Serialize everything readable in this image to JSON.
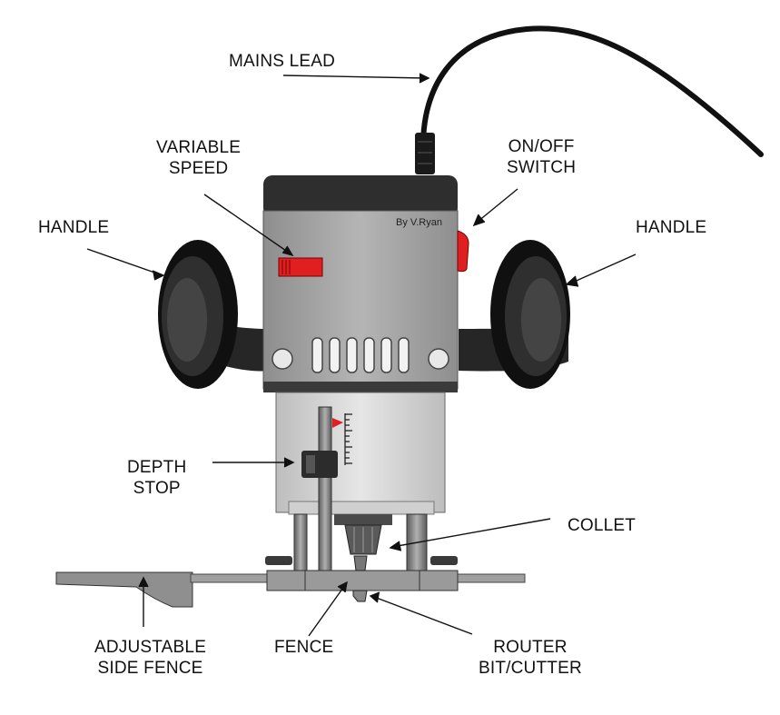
{
  "labels": {
    "mains_lead": "MAINS LEAD",
    "variable_speed": [
      "VARIABLE",
      "SPEED"
    ],
    "on_off_switch": [
      "ON/OFF",
      "SWITCH"
    ],
    "handle_left": "HANDLE",
    "handle_right": "HANDLE",
    "depth_stop": [
      "DEPTH",
      "STOP"
    ],
    "collet": "COLLET",
    "adjustable_side_fence": [
      "ADJUSTABLE",
      "SIDE FENCE"
    ],
    "fence": "FENCE",
    "router_bit": [
      "ROUTER",
      "BIT/CUTTER"
    ]
  },
  "credit": "By V.Ryan",
  "colors": {
    "body_grey": "#a6a6a6",
    "top_cap": "#2e2e2e",
    "handle_dark": "#1e1e1e",
    "switch_red": "#e02020",
    "base_grey": "#9a9a9a"
  }
}
